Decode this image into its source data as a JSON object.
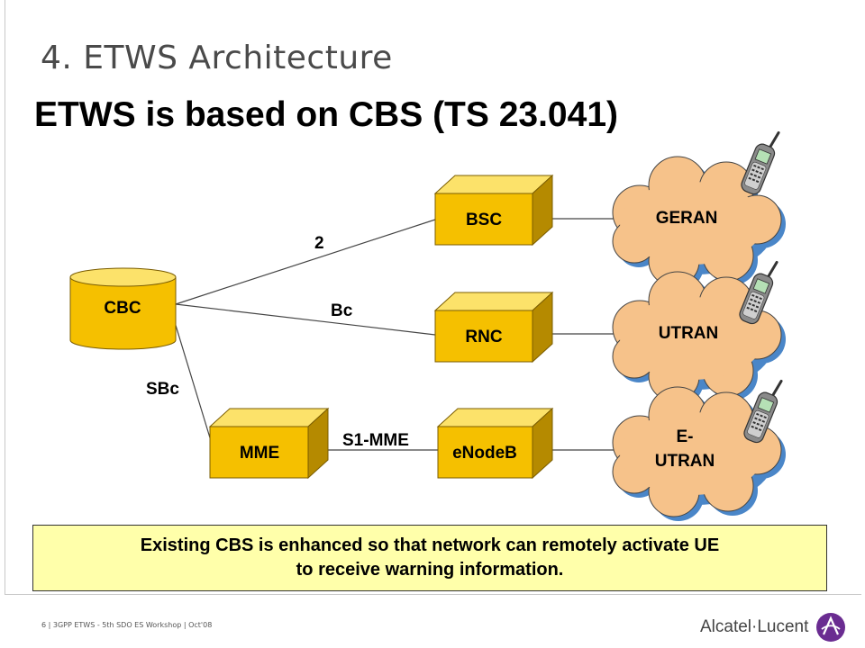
{
  "title": "4. ETWS Architecture",
  "subtitle": "ETWS is based on CBS (TS 23.041)",
  "nodes": {
    "cbc": "CBC",
    "bsc": "BSC",
    "rnc": "RNC",
    "mme": "MME",
    "enodeb": "eNodeB"
  },
  "clouds": {
    "geran": "GERAN",
    "utran": "UTRAN",
    "eutran_line1": "E-",
    "eutran_line2": "UTRAN"
  },
  "links": {
    "cbc_bsc": "2",
    "cbc_rnc": "Bc",
    "cbc_mme": "SBc",
    "mme_enodeb": "S1-MME"
  },
  "note": {
    "line1": "Existing CBS is enhanced so that network can remotely activate UE",
    "line2": "to receive warning information."
  },
  "footer": "6 | 3GPP ETWS - 5th SDO ES Workshop | Oct'08",
  "brand": "Alcatel·Lucent",
  "colors": {
    "box_front": "#f5c000",
    "box_top": "#fce26a",
    "box_side": "#b58a00",
    "cloud_fill": "#f6c28a",
    "cloud_shadow": "#4a86c8",
    "note_bg": "#ffffaa",
    "brand_mark": "#6a2c91"
  },
  "icons": [
    "cell-phone-icon",
    "alcatel-lucent-logo-icon"
  ]
}
